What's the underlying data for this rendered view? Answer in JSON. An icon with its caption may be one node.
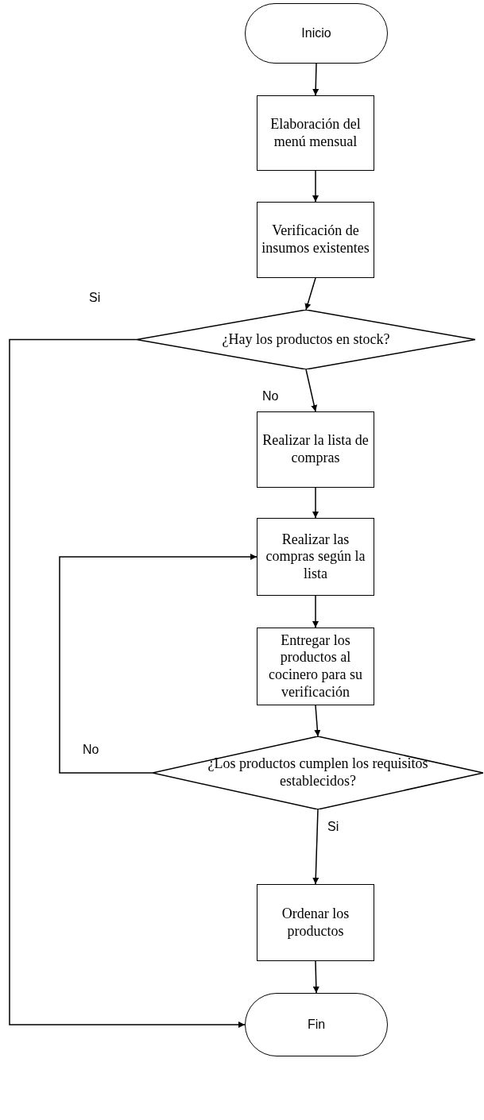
{
  "diagram": {
    "nodes": [
      {
        "text": [
          "Inicio"
        ]
      },
      {
        "text": [
          "Elaboración del menú mensual"
        ]
      },
      {
        "text": [
          "Verificación de insumos existentes"
        ]
      },
      {
        "text": [
          "¿Hay los productos en stock?"
        ]
      },
      {
        "text": [
          "Realizar la lista de compras"
        ]
      },
      {
        "text": [
          "Realizar las compras según la lista"
        ]
      },
      {
        "text": [
          "Entregar los productos al cocinero para su verificación"
        ]
      },
      {
        "text": [
          "¿Los productos cumplen los requisitos establecidos?"
        ]
      },
      {
        "text": [
          "Ordenar los productos"
        ]
      },
      {
        "text": [
          "Fin"
        ]
      }
    ],
    "edges": [
      {
        "from": 0,
        "to": 1,
        "arrow": "to"
      },
      {
        "from": 1,
        "to": 2,
        "arrow": "to"
      },
      {
        "from": 2,
        "to": 3,
        "arrow": "to"
      },
      {
        "from": 3,
        "to": 4,
        "arrow": "to",
        "label": "No"
      },
      {
        "from": 4,
        "to": 5,
        "arrow": "to"
      },
      {
        "from": 5,
        "to": 6,
        "arrow": "to"
      },
      {
        "from": 6,
        "to": 7,
        "arrow": "to"
      },
      {
        "from": 7,
        "to": 5,
        "arrow": "to",
        "label": "No"
      },
      {
        "from": 7,
        "to": 8,
        "arrow": "to",
        "label": "Si"
      },
      {
        "from": 8,
        "to": 9,
        "arrow": "to"
      },
      {
        "from": 3,
        "to": 9,
        "arrow": "to",
        "label": "Si"
      }
    ]
  }
}
